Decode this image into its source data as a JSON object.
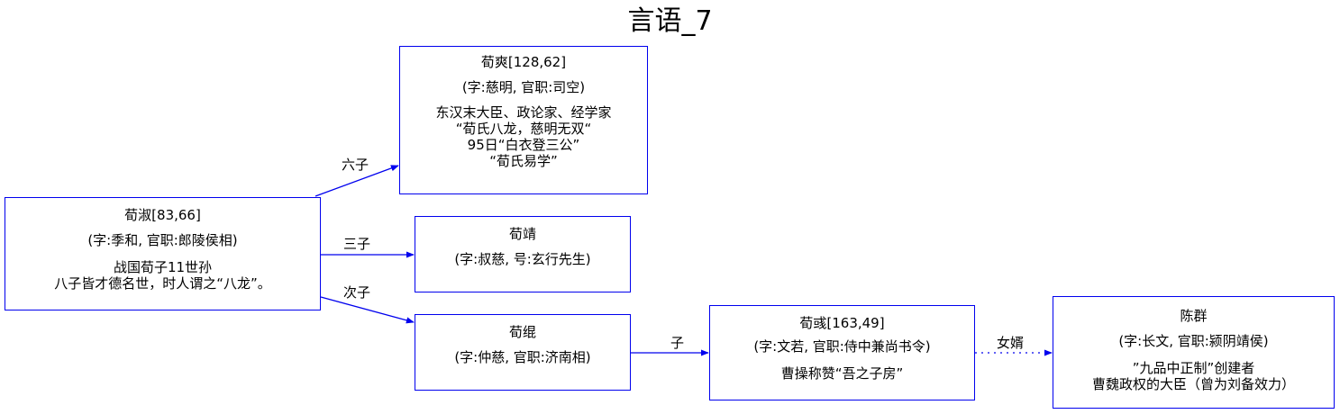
{
  "title": "言语_7",
  "colors": {
    "edge": "#0000ee",
    "node_border": "#0000ee"
  },
  "nodes": {
    "xushuang": {
      "name": "荀爽[128,62]",
      "info": "(字:慈明, 官职:司空)",
      "desc": [
        "东汉末大臣、政论家、经学家",
        "“荀氏八龙，慈明无双“",
        "95日“白衣登三公”",
        "“荀氏易学”"
      ]
    },
    "xushu": {
      "name": "荀淑[83,66]",
      "info": "(字:季和, 官职:郎陵侯相)",
      "desc": [
        "战国荀子11世孙",
        "八子皆才德名世，时人谓之“八龙”。"
      ]
    },
    "xujing": {
      "name": "荀靖",
      "info": "(字:叔慈, 号:玄行先生)"
    },
    "xugun": {
      "name": "荀绲",
      "info": "(字:仲慈, 官职:济南相)"
    },
    "xuyu": {
      "name": "荀彧[163,49]",
      "info": "(字:文若, 官职:侍中兼尚书令)",
      "desc": [
        "曹操称赞“吾之子房”"
      ]
    },
    "chenqun": {
      "name": "陈群",
      "info": "(字:长文, 官职:颍阴靖侯)",
      "desc": [
        "”九品中正制”创建者",
        "曹魏政权的大臣（曾为刘备效力）"
      ]
    }
  },
  "edges": {
    "liuzi": "六子",
    "sanzi": "三子",
    "cizi": "次子",
    "zi": "子",
    "nuxu": "女婿"
  }
}
